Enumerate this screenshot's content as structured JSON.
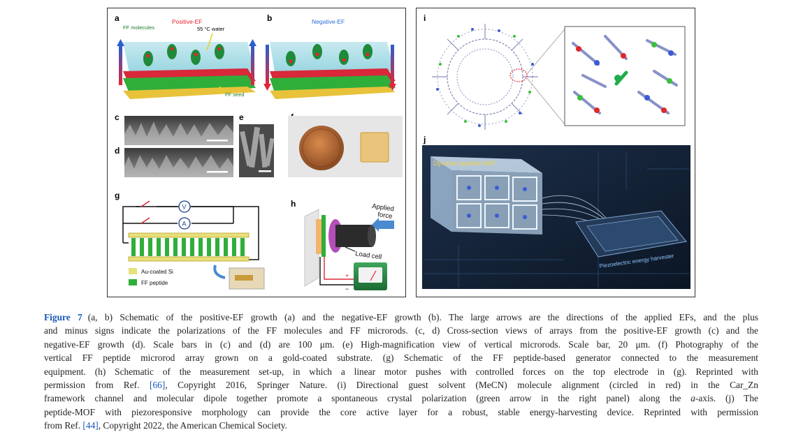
{
  "panels": {
    "a": {
      "label": "a",
      "title": "Positive-EF",
      "ff_molecules": "FF molecules",
      "water": "55 °C water",
      "ff_seed": "FF seed"
    },
    "b": {
      "label": "b",
      "title": "Negative-EF"
    },
    "c": {
      "label": "c"
    },
    "d": {
      "label": "d"
    },
    "e": {
      "label": "e"
    },
    "f": {
      "label": "f"
    },
    "g": {
      "label": "g",
      "voltmeter": "V",
      "ammeter": "A",
      "legend_au": "Au-coated Si",
      "legend_ff": "FF peptide"
    },
    "h": {
      "label": "h",
      "applied_force": "Applied force",
      "applied_line1": "Applied",
      "applied_line2": "force",
      "load_cell": "Load cell"
    },
    "i": {
      "label": "i"
    },
    "j": {
      "label": "j",
      "mof_label": "Dynamic peptide-MOF",
      "harvester_label": "Piezoelectric energy harvester"
    }
  },
  "caption": {
    "figure_label": "Figure 7",
    "lines": [
      "(a, b) Schematic of the positive-EF growth (a) and the negative-EF growth (b). The large arrows are the directions of the applied EFs, and the plus",
      "and minus signs indicate the polarizations of the FF molecules and FF microrods. (c, d) Cross-section views of arrays from the positive-EF growth (c) and the",
      "negative-EF growth (d). Scale bars in (c) and (d) are 100 μm. (e) High-magnification view of vertical microrods. Scale bar, 20 μm. (f) Photography of the",
      "vertical FF peptide microrod array grown on a gold-coated substrate. (g) Schematic of the FF peptide-based generator connected to the measurement",
      "equipment. (h) Schematic of the measurement set-up, in which a linear motor pushes with controlled forces on the top electrode in (g). Reprinted with"
    ],
    "line6_pre": "permission from Ref. ",
    "ref1": "[66]",
    "line6_post": ", Copyright 2016, Springer Nature. (i) Directional guest solvent (MeCN) molecule alignment (circled in red) in the Car_Zn",
    "line7_pre": "framework channel and molecular dipole together promote a spontaneous crystal polarization (green arrow in the right panel) along the ",
    "line7_axis": "a",
    "line7_post": "-axis. (j) The",
    "line8": "peptide-MOF with piezoresponsive morphology can provide the core active layer for a robust, stable energy-harvesting device. Reprinted with permission",
    "line9_pre": "from Ref. ",
    "ref2": "[44]",
    "line9_post": ", Copyright 2022, the American Chemical Society."
  },
  "colors": {
    "link_blue": "#1a56b8",
    "positive_red": "#e8202a",
    "negative_blue": "#2a6fd6",
    "peptide_green": "#2fae3a",
    "au_yellow": "#e8e07a"
  }
}
